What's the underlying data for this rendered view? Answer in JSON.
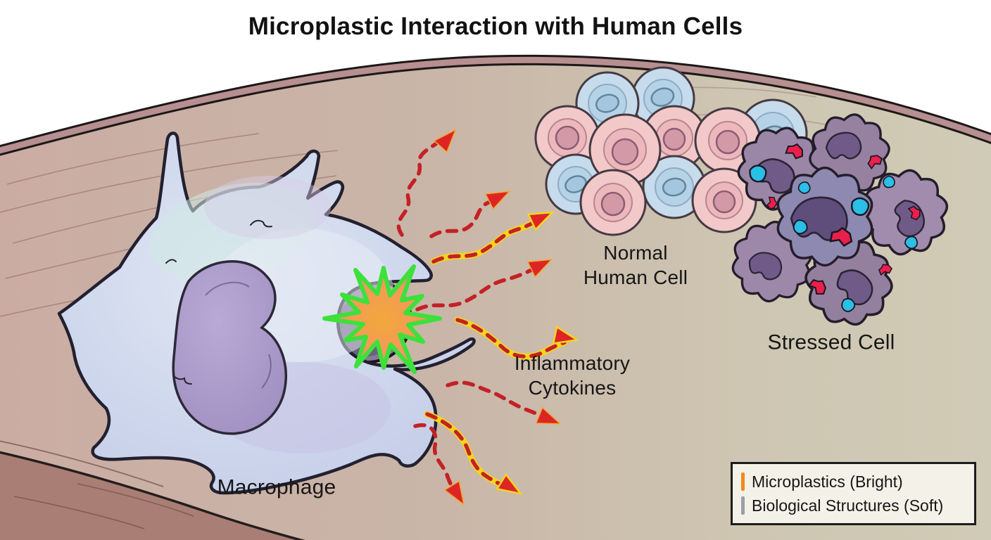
{
  "title": "Microplastic Interaction with Human Cells",
  "labels": {
    "macrophage": "Macrophage",
    "normal_cell_line1": "Normal",
    "normal_cell_line2": "Human Cell",
    "cytokines_line1": "Inflammatory",
    "cytokines_line2": "Cytokines",
    "stressed_cell": "Stressed Cell"
  },
  "legend": {
    "items": [
      {
        "label": "Microplastics (Bright)",
        "marker_color": "#f08a1d"
      },
      {
        "label": "Biological Structures (Soft)",
        "marker_color": "#98a0a8"
      }
    ]
  },
  "colors": {
    "background_top": "#ffffff",
    "tissue_left": "#cbaca3",
    "tissue_right": "#d0cbb6",
    "membrane_band": "#b68f90",
    "tissue_lower_left": "#a87e75",
    "macrophage_body": "#c9d3ea",
    "macrophage_nucleus": "#ab9bca",
    "phagocytic_cup": "#857b97",
    "microplastic_fill": "#f5897b",
    "microplastic_core": "#f2a83a",
    "microplastic_outline": "#3ce13a",
    "cytokine_red": "#c42127",
    "cytokine_yellow": "#f3d51f",
    "arrowhead_red": "#dd2526",
    "normal_cell_pink": "#f2c8c9",
    "normal_cell_blue": "#c6dbec",
    "stressed_cell_purple": "#9a86a6",
    "stressed_nucleus": "#6f5a88",
    "fragment_red": "#ea1f4c",
    "fragment_cyan": "#29bfe7",
    "legend_background": "#f4f1e8"
  }
}
